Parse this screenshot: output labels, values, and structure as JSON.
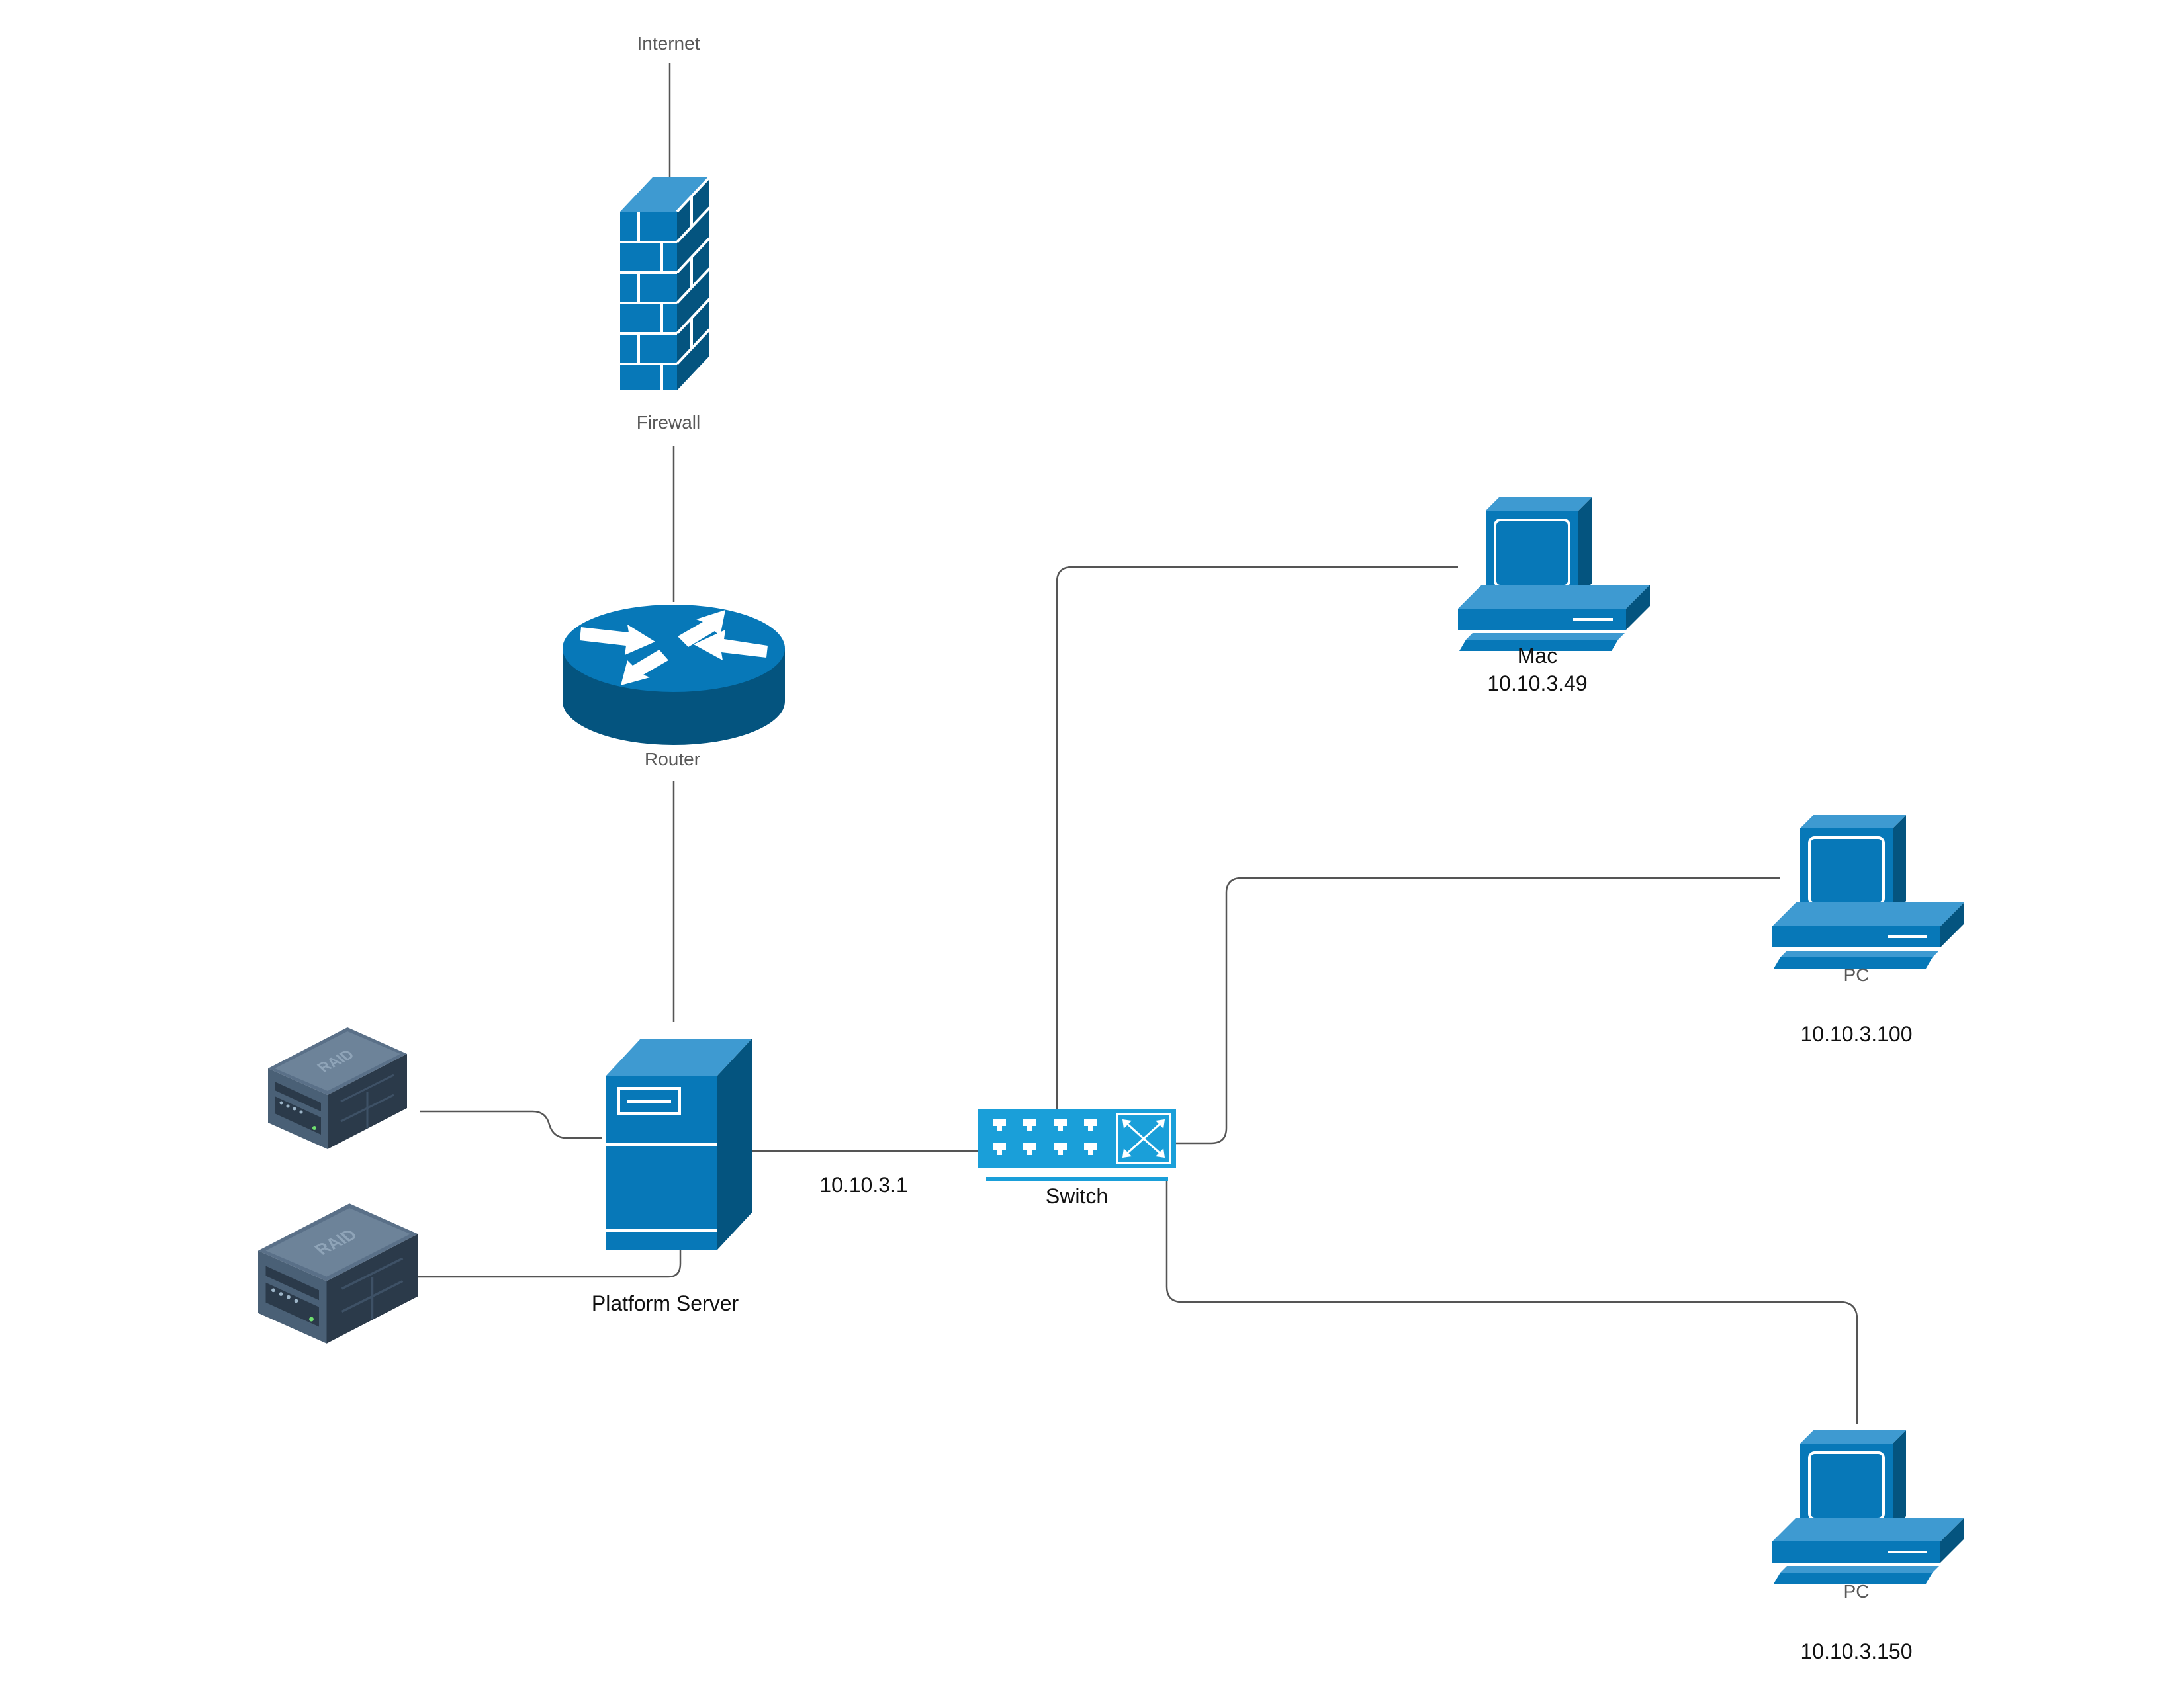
{
  "labels": {
    "internet": "Internet",
    "firewall": "Firewall",
    "router": "Router",
    "platform_server": "Platform Server",
    "server_ip": "10.10.3.1",
    "switch": "Switch",
    "mac_name": "Mac",
    "mac_ip": "10.10.3.49",
    "pc1_name": "PC",
    "pc1_ip": "10.10.3.100",
    "pc2_name": "PC",
    "pc2_ip": "10.10.3.150",
    "raid_text": "RAID"
  },
  "icons": {
    "firewall": "firewall-icon",
    "router": "router-icon",
    "server": "server-tower-icon",
    "switch": "network-switch-icon",
    "computer": "desktop-computer-icon",
    "raid": "raid-storage-icon"
  },
  "colors": {
    "device_blue": "#0778b8",
    "device_dark": "#04547f",
    "switch_blue": "#1a9fd9",
    "line": "#555555",
    "raid_body": "#3c4f62"
  }
}
